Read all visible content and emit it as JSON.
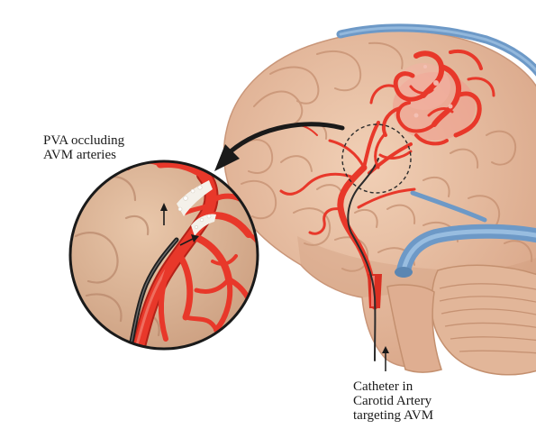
{
  "labels": {
    "pva": [
      "PVA occluding",
      "AVM arteries"
    ],
    "catheter": [
      "Catheter in",
      "Carotid Artery",
      "targeting AVM"
    ]
  },
  "colors": {
    "brain": "#e9c3a8",
    "brain_shade": "#d9a98b",
    "cerebellum": "#e0b498",
    "vessel_red": "#e8382a",
    "vessel_dark": "#b52218",
    "vein_blue": "#6d99c7",
    "catheter": "#2b2b2b",
    "pva_white": "#f4f1ea",
    "inset_bg": "#ddb89a",
    "ink": "#1a1a1a"
  }
}
